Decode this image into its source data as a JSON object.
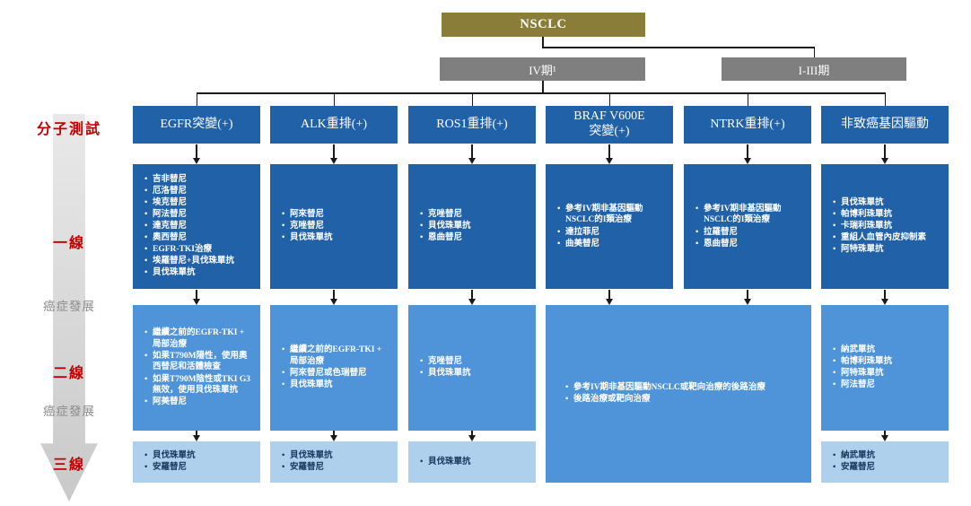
{
  "root_label": "NSCLC",
  "stages": {
    "iv": "IV期¹",
    "i_iii": "I-III期"
  },
  "left_labels": {
    "molecular": "分子測試",
    "line1": "一線",
    "progress1": "癌症發展",
    "line2": "二線",
    "progress2": "癌症發展",
    "line3": "三線"
  },
  "columns": [
    {
      "header": "EGFR突變(+)",
      "first_line": [
        "吉非替尼",
        "厄洛替尼",
        "埃克替尼",
        "阿法替尼",
        "達克替尼",
        "奧西替尼",
        "EGFR-TKI治療",
        "埃羅替尼+貝伐珠單抗",
        "貝伐珠單抗"
      ],
      "second_line": [
        "繼續之前的EGFR-TKI + 局部治療",
        "如果T790M陽性，使用奧西替尼和活體檢查",
        "如果T790M陰性或TKI G3無效，使用貝伐珠單抗",
        "阿美替尼"
      ],
      "third_line": [
        "貝伐珠單抗",
        "安羅替尼"
      ]
    },
    {
      "header": "ALK重排(+)",
      "first_line": [
        "阿來替尼",
        "克唑替尼",
        "貝伐珠單抗"
      ],
      "second_line": [
        "繼續之前的EGFR-TKI + 局部治療",
        "阿來替尼或色瑞替尼",
        "貝伐珠單抗"
      ],
      "third_line": [
        "貝伐珠單抗",
        "安羅替尼"
      ]
    },
    {
      "header": "ROS1重排(+)",
      "first_line": [
        "克唑替尼",
        "貝伐珠單抗",
        "恩曲替尼"
      ],
      "second_line": [
        "克唑替尼",
        "貝伐珠單抗"
      ],
      "third_line": [
        "貝伐珠單抗"
      ]
    },
    {
      "header": "BRAF V600E\n突變(+)",
      "first_line": [
        "參考IV期非基因驅動NSCLC的I類治療",
        "達拉菲尼",
        "曲美替尼"
      ]
    },
    {
      "header": "NTRK重排(+)",
      "first_line": [
        "參考IV期非基因驅動NSCLC的I類治療",
        "拉羅替尼",
        "恩曲替尼"
      ]
    },
    {
      "header": "非致癌基因驅動",
      "first_line": [
        "貝伐珠單抗",
        "帕博利珠單抗",
        "卡瑞利珠單抗",
        "重組人血管內皮抑制素",
        "阿特珠單抗"
      ],
      "second_line": [
        "納武單抗",
        "帕博利珠單抗",
        "阿特珠單抗",
        "阿法替尼"
      ],
      "third_line": [
        "納武單抗",
        "安羅替尼"
      ]
    }
  ],
  "merged_later_lines": [
    "參考IV期非基因驅動NSCLC或靶向治療的後路治療",
    "後路治療或靶向治療"
  ],
  "colors": {
    "dark_blue": "#2061a8",
    "mid_blue": "#4f93d9",
    "light_blue": "#aed0ed",
    "olive": "#8a7c39",
    "stage_gray": "#7f7f7f",
    "label_red": "#c00000"
  }
}
